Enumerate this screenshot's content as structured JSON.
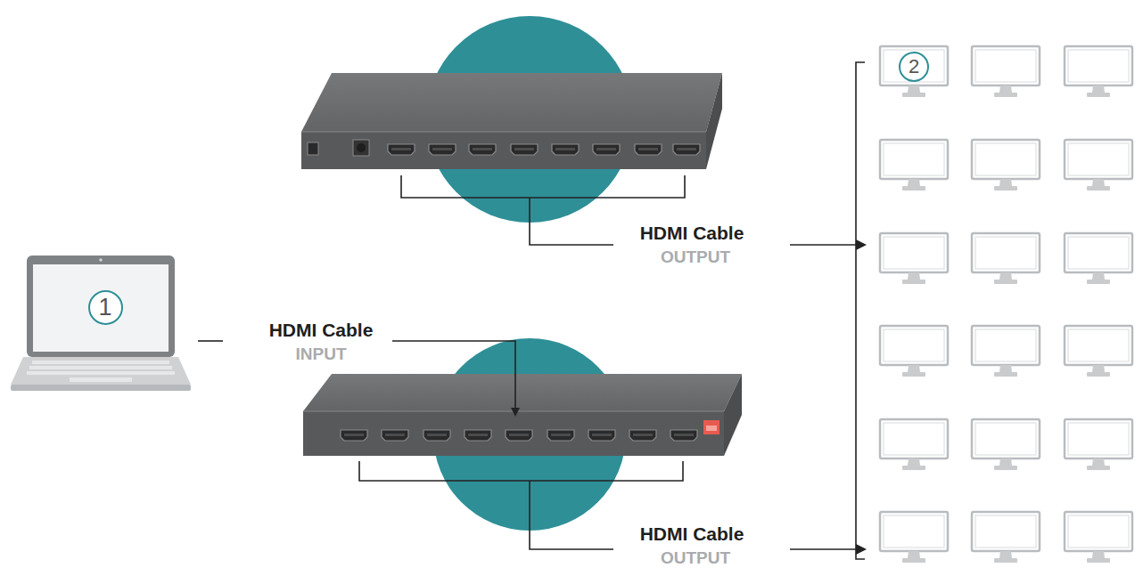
{
  "diagram": {
    "nodes": [
      {
        "text": [
          "1"
        ]
      },
      {
        "text": [
          "2"
        ]
      }
    ],
    "labels": [
      "HDMI Cable",
      "OUTPUT",
      "HDMI Cable",
      "INPUT",
      "HDMI Cable",
      "OUTPUT"
    ]
  }
}
